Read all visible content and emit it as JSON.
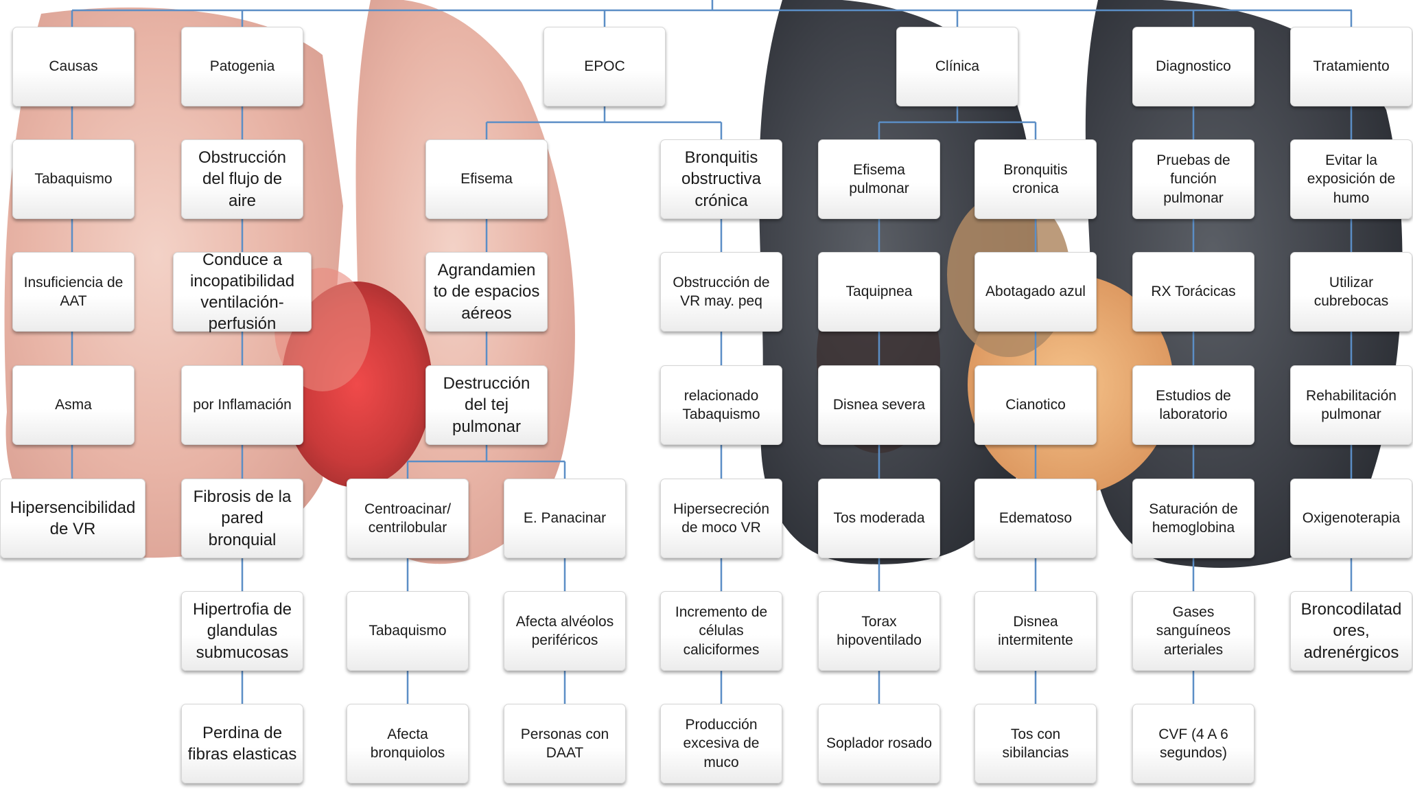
{
  "diagram": {
    "connector_color": "#5b8ec6",
    "nodes": [
      {
        "id": "causas",
        "label": "Causas"
      },
      {
        "id": "patogenia",
        "label": "Patogenia"
      },
      {
        "id": "epoc",
        "label": "EPOC"
      },
      {
        "id": "clinica",
        "label": "Clínica"
      },
      {
        "id": "diagnostico",
        "label": "Diagnostico"
      },
      {
        "id": "tratamiento",
        "label": "Tratamiento"
      },
      {
        "id": "tabaquismo1",
        "label": "Tabaquismo"
      },
      {
        "id": "insuficiencia",
        "label": "Insuficiencia de AAT"
      },
      {
        "id": "asma",
        "label": "Asma"
      },
      {
        "id": "hipersencibilidad",
        "label": "Hipersencibilidad de VR"
      },
      {
        "id": "obstruccion-flujo",
        "label": "Obstrucción del flujo de aire"
      },
      {
        "id": "conduce",
        "label": "Conduce a incopatibilidad ventilación-perfusión"
      },
      {
        "id": "inflamacion",
        "label": "por Inflamación"
      },
      {
        "id": "fibrosis",
        "label": "Fibrosis de la pared bronquial"
      },
      {
        "id": "hipertrofia",
        "label": "Hipertrofia de glandulas submucosas"
      },
      {
        "id": "perdina",
        "label": "Perdina de fibras elasticas"
      },
      {
        "id": "efisema",
        "label": "Efisema"
      },
      {
        "id": "agrandamiento",
        "label": "Agrandamien to de espacios aéreos"
      },
      {
        "id": "destruccion",
        "label": "Destrucción del tej pulmonar"
      },
      {
        "id": "centroacinar",
        "label": "Centroacinar/ centrilobular"
      },
      {
        "id": "tabaquismo2",
        "label": "Tabaquismo"
      },
      {
        "id": "afecta-bronquiolos",
        "label": "Afecta bronquiolos"
      },
      {
        "id": "panacinar",
        "label": "E. Panacinar"
      },
      {
        "id": "afecta-alveolos",
        "label": "Afecta alvéolos periféricos"
      },
      {
        "id": "personas-daat",
        "label": "Personas con DAAT"
      },
      {
        "id": "bronquitis-obstructiva",
        "label": "Bronquitis obstructiva crónica"
      },
      {
        "id": "obstruccion-vr",
        "label": "Obstrucción de VR may. peq"
      },
      {
        "id": "relacionado",
        "label": "relacionado Tabaquismo"
      },
      {
        "id": "hipersecrecion",
        "label": "Hipersecreción de moco VR"
      },
      {
        "id": "incremento",
        "label": "Incremento de células caliciformes"
      },
      {
        "id": "produccion",
        "label": "Producción excesiva de muco"
      },
      {
        "id": "efisema-pulmonar",
        "label": "Efisema pulmonar"
      },
      {
        "id": "taquipnea",
        "label": "Taquipnea"
      },
      {
        "id": "disnea-severa",
        "label": "Disnea severa"
      },
      {
        "id": "tos-moderada",
        "label": "Tos moderada"
      },
      {
        "id": "torax",
        "label": "Torax hipoventilado"
      },
      {
        "id": "soplador",
        "label": "Soplador rosado"
      },
      {
        "id": "bronquitis-cronica",
        "label": "Bronquitis cronica"
      },
      {
        "id": "abotagado",
        "label": "Abotagado azul"
      },
      {
        "id": "cianotico",
        "label": "Cianotico"
      },
      {
        "id": "edematoso",
        "label": "Edematoso"
      },
      {
        "id": "disnea-intermitente",
        "label": "Disnea intermitente"
      },
      {
        "id": "tos-sibilancias",
        "label": "Tos con sibilancias"
      },
      {
        "id": "pruebas",
        "label": "Pruebas de función pulmonar"
      },
      {
        "id": "rx",
        "label": "RX Torácicas"
      },
      {
        "id": "estudios",
        "label": "Estudios de laboratorio"
      },
      {
        "id": "saturacion",
        "label": "Saturación de hemoglobina"
      },
      {
        "id": "gases",
        "label": "Gases sanguíneos arteriales"
      },
      {
        "id": "cvf",
        "label": "CVF (4 A 6 segundos)"
      },
      {
        "id": "evitar",
        "label": "Evitar la exposición de humo"
      },
      {
        "id": "cubrebocas",
        "label": "Utilizar cubrebocas"
      },
      {
        "id": "rehabilitacion",
        "label": "Rehabilitación pulmonar"
      },
      {
        "id": "oxigenoterapia",
        "label": "Oxigenoterapia"
      },
      {
        "id": "broncodilatad",
        "label": "Broncodilatad ores, adrenérgicos"
      }
    ]
  }
}
